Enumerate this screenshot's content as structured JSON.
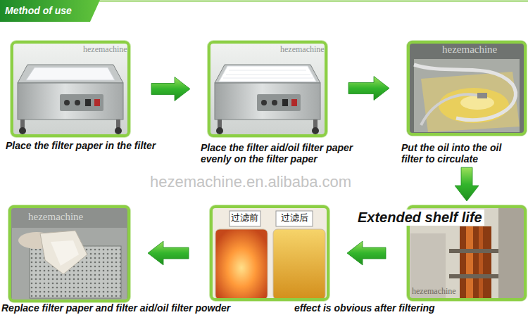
{
  "diagram": {
    "title": "Method of use",
    "nodes": [
      {
        "text": [
          "Place the filter paper in the filter"
        ]
      },
      {
        "text": [
          "Place the filter aid/oil filter paper evenly on the filter paper"
        ]
      },
      {
        "text": [
          "Put the oil into the oil filter to circulate"
        ]
      },
      {
        "text": [
          "Extended shelf life"
        ]
      },
      {
        "text": [
          "effect is obvious after filtering"
        ]
      },
      {
        "text": [
          "Replace filter paper and filter aid/oil filter powder"
        ]
      }
    ],
    "edges": [
      {
        "from": 0,
        "to": 1,
        "arrow": "to"
      },
      {
        "from": 1,
        "to": 2,
        "arrow": "to"
      },
      {
        "from": 2,
        "to": 3,
        "arrow": "to"
      },
      {
        "from": 3,
        "to": 4,
        "arrow": "to"
      },
      {
        "from": 4,
        "to": 5,
        "arrow": "to"
      }
    ],
    "labels": [
      "hezemachine.en.alibaba.com",
      "hezemachine",
      "hezemachine",
      "hezemachine",
      "hezemachine",
      "hezemachine",
      "过滤前",
      "过滤后"
    ]
  }
}
